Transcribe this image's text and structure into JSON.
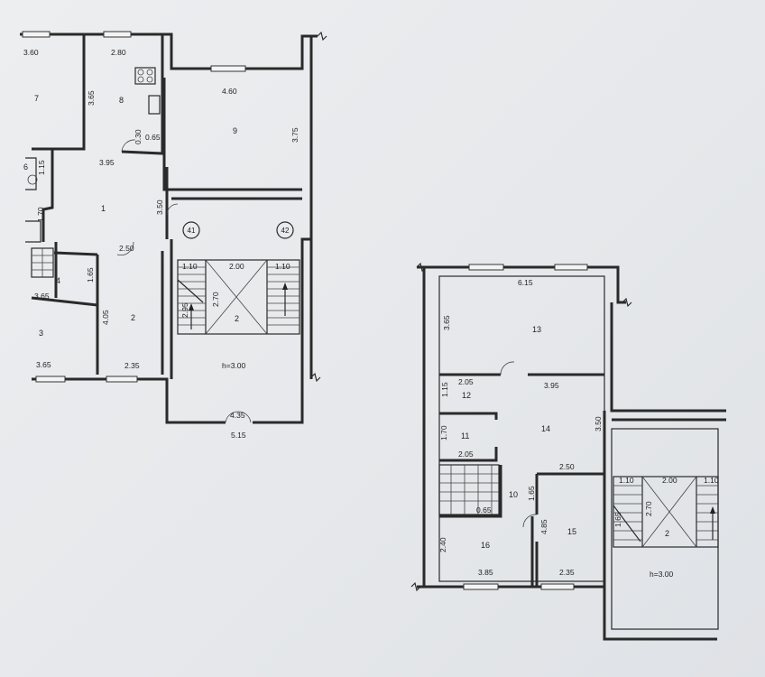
{
  "plan_left": {
    "room_numbers": {
      "r1": "1",
      "r2": "2",
      "r3": "3",
      "r4": "4",
      "r6": "6",
      "r7": "7",
      "r8": "8",
      "r9": "9",
      "stair": "2"
    },
    "dimensions": {
      "d360": "3.60",
      "d280": "2.80",
      "d365a": "3.65",
      "d460": "4.60",
      "d375": "3.75",
      "d030": "0.30",
      "d065": "0.65",
      "d395": "3.95",
      "d115": "1.15",
      "d170": "1.70",
      "d350": "3.50",
      "d250": "2.50",
      "d165": "1.65",
      "d365b": "3.65",
      "d405": "4.05",
      "d365c": "3.65",
      "d235": "2.35",
      "d110a": "1.10",
      "d200": "2.00",
      "d110b": "1.10",
      "d270": "2.70",
      "d295": "2.95",
      "h": "h=3.00",
      "d435": "4.35",
      "d515": "5.15"
    },
    "axes": {
      "a41": "41",
      "a42": "42"
    }
  },
  "plan_right": {
    "room_numbers": {
      "r10": "10",
      "r11": "11",
      "r12": "12",
      "r13": "13",
      "r14": "14",
      "r15": "15",
      "r16": "16",
      "stair": "2"
    },
    "dimensions": {
      "d615": "6.15",
      "d365": "3.65",
      "d205a": "2.05",
      "d395": "3.95",
      "d115": "1.15",
      "d350": "3.50",
      "d170": "1.70",
      "d205b": "2.05",
      "d250": "2.50",
      "d165": "1.65",
      "d065": "0.65",
      "d485": "4.85",
      "d240": "2.40",
      "d385": "3.85",
      "d235": "2.35",
      "d110a": "1.10",
      "d200": "2.00",
      "d110b": "1.10",
      "d270": "2.70",
      "d265": "1.65",
      "h": "h=3.00"
    }
  }
}
